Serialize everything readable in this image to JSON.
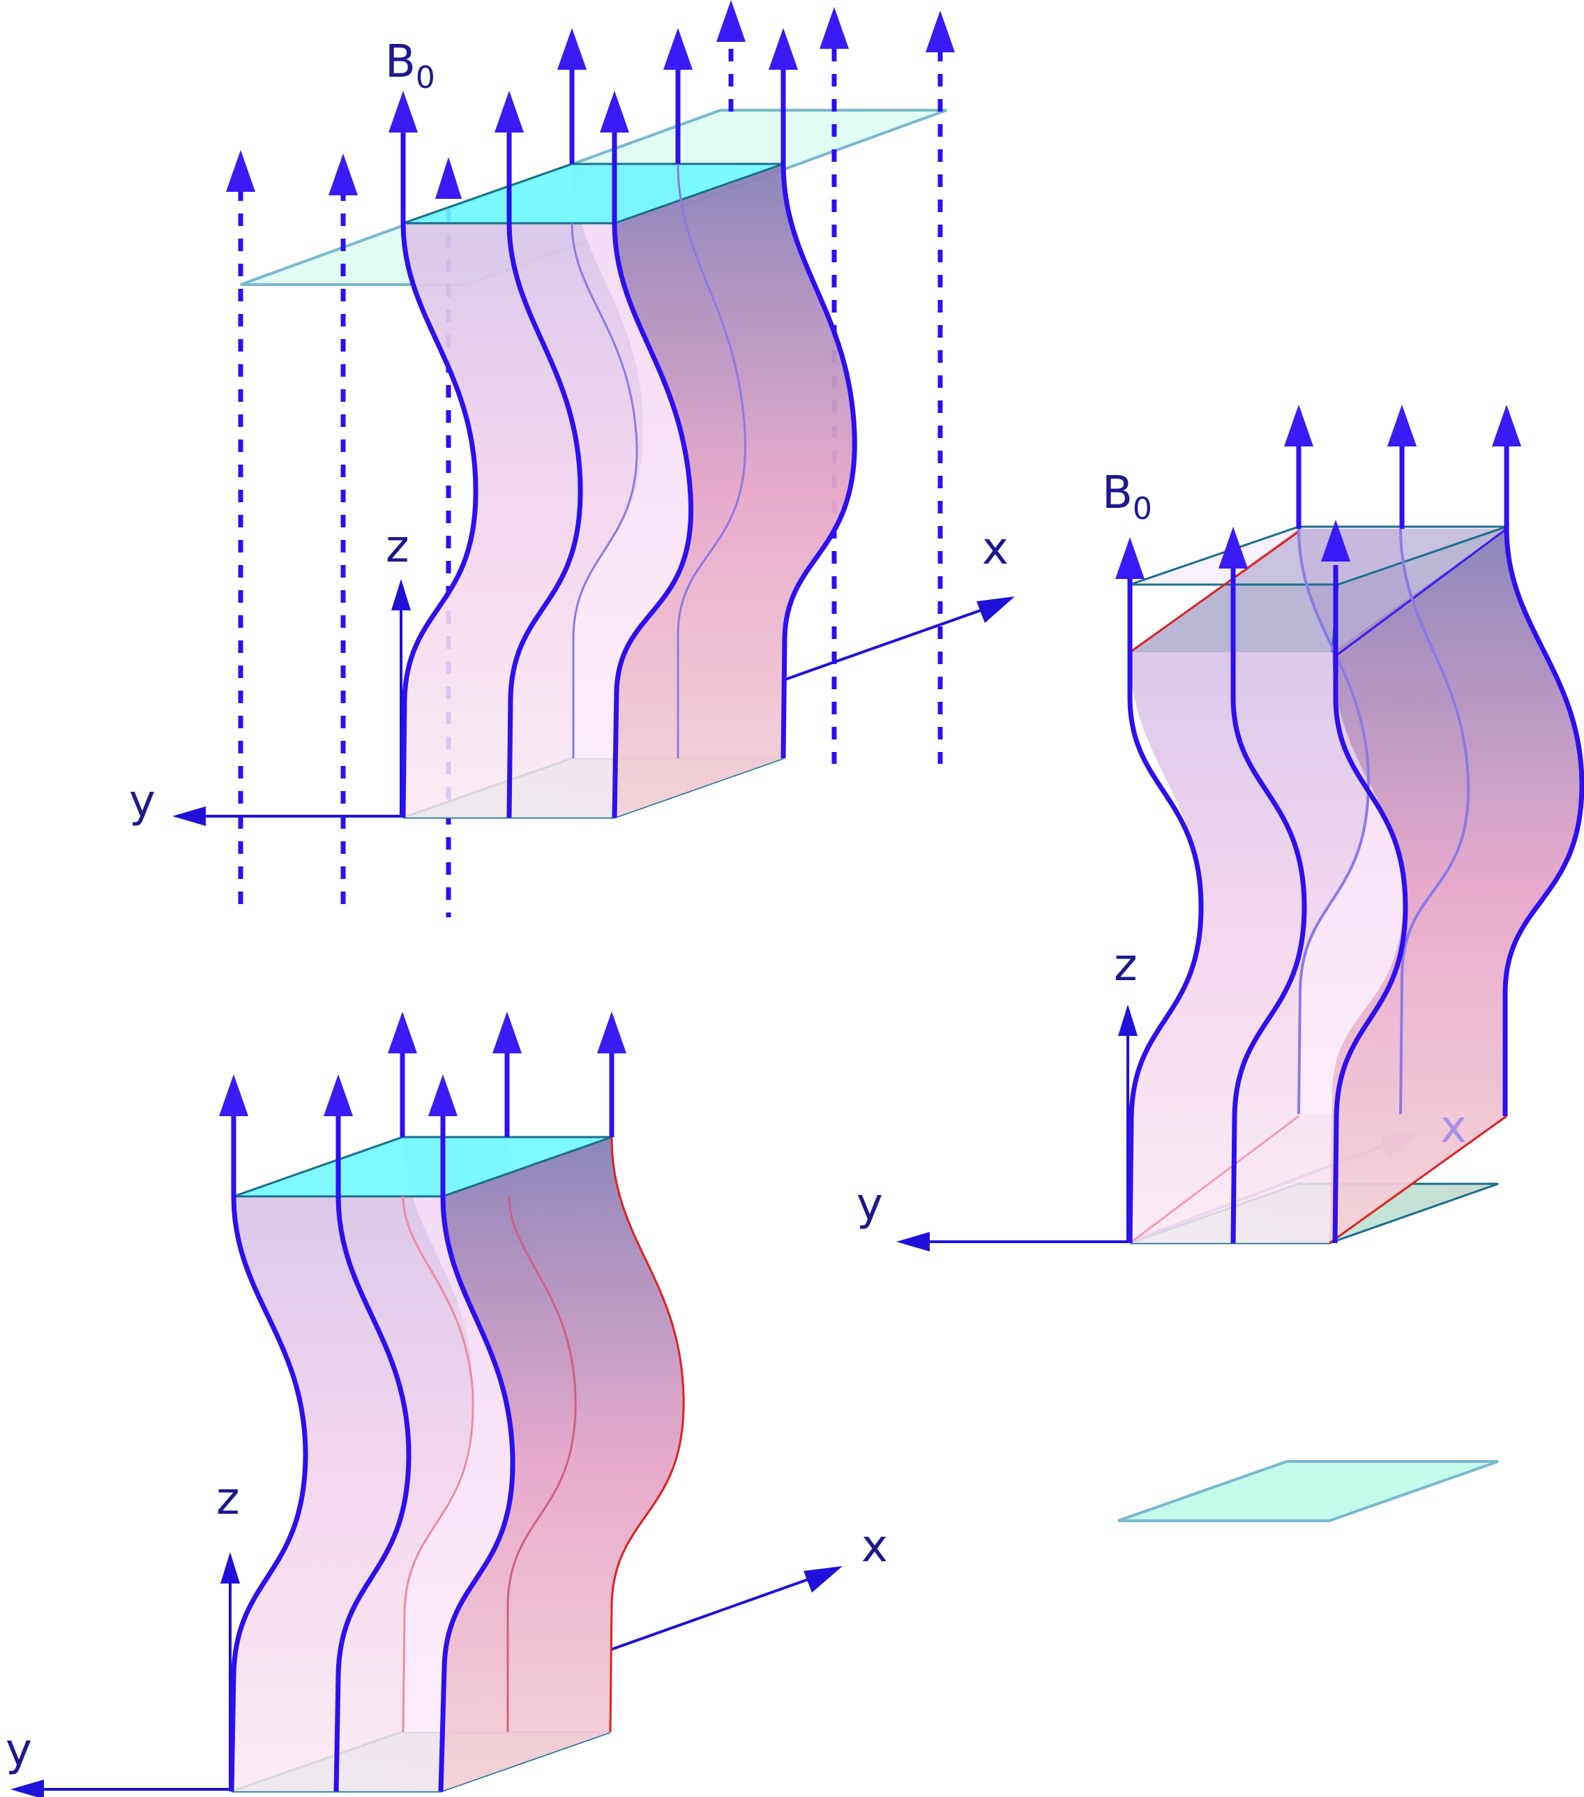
{
  "panels": [
    {
      "id": "top-left",
      "field_label": "B",
      "field_subscript": "0",
      "axis_x": "x",
      "axis_y": "y",
      "axis_z": "z"
    },
    {
      "id": "right",
      "field_label": "B",
      "field_subscript": "0",
      "axis_x": "x",
      "axis_y": "y",
      "axis_z": "z"
    },
    {
      "id": "bottom-left",
      "axis_x": "x",
      "axis_y": "y",
      "axis_z": "z"
    }
  ],
  "colors": {
    "field_line": "#2d0ff0",
    "arrowhead": "#3a1af5",
    "axis": "#2010d8",
    "label": "#1f178f",
    "top_face": "#6ff8ff",
    "plane_fill": "#c4fbea",
    "plane_stroke": "#7ab8cc",
    "flux_front_top": "#dcc8ea",
    "flux_front_bottom": "#f9e9f2",
    "flux_side_top": "#8a82b8",
    "flux_side_bottom": "#f4cfd6",
    "edge_red": "#e02020",
    "box_edge": "#1a6f8a"
  },
  "icons": [
    "field-arrow-icon",
    "axis-arrow-icon"
  ]
}
